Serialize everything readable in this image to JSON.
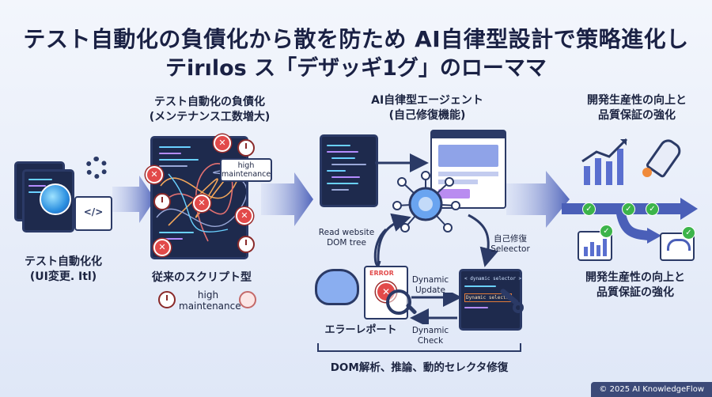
{
  "title": {
    "line1": "テスト自動化の負債化から散を防ため AI自律型設計で策略進化し",
    "line2": "テirılos ス「デザッギ1グ」のローママ"
  },
  "col1": {
    "caption_line1": "テスト自動化化",
    "caption_line2": "(UI変更. Itl)"
  },
  "col2": {
    "header_line1": "テスト自動化の負債化",
    "header_line2": "(メンテナンス工数増大)",
    "tag_line1": "high",
    "tag_line2": "maintenance",
    "caption": "従来のスクリプト型",
    "legend_line1": "high",
    "legend_line2": "maintenance"
  },
  "col3": {
    "header_line1": "AI自律型エージェント",
    "header_line2": "(自己修復機能)",
    "read_line1": "Read website",
    "read_line2": "DOM tree",
    "selector_line1": "自己修復",
    "selector_line2": "Seleector",
    "error_badge": "ERROR",
    "dynamic_update_line1": "Dynamic",
    "dynamic_update_line2": "Update",
    "dynamic_check_line1": "Dynamic",
    "dynamic_check_line2": "Check",
    "code_line1": "< dynamic selector >",
    "code_line2": "Dynamic selector",
    "error_report": "エラーレポート",
    "bottom_caption": "DOM解析、推論、動的セレクタ修復"
  },
  "col4": {
    "header_line1": "開発生産性の向上と",
    "header_line2": "品質保証の強化",
    "caption_line1": "開発生産性の向上と",
    "caption_line2": "品質保証の強化"
  },
  "footer": "© 2025 AI KnowledgeFlow",
  "colors": {
    "navy": "#1e2a4d",
    "accent_blue": "#3f5ec9",
    "error_red": "#e24a4a",
    "ok_green": "#3cb44a"
  }
}
